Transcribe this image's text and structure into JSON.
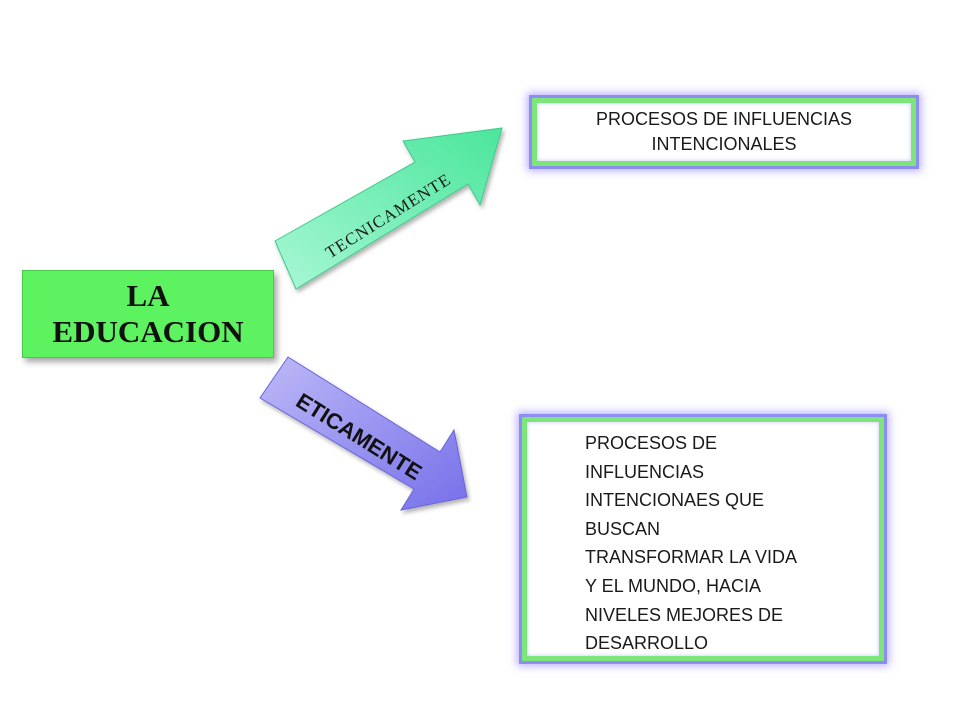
{
  "center": {
    "label": "LA EDUCACION"
  },
  "arrows": {
    "top": {
      "label": "TECNICAMENTE",
      "color": "#6ef0b4"
    },
    "bottom": {
      "label": "ETICAMENTE",
      "color": "#8a84f0"
    }
  },
  "boxes": {
    "top": {
      "text": "PROCESOS  DE INFLUENCIAS\nINTENCIONALES"
    },
    "bottom": {
      "lines": [
        "PROCESOS  DE",
        "INFLUENCIAS",
        "INTENCIONAES  QUE",
        "BUSCAN",
        "TRANSFORMAR LA  VIDA",
        "Y  EL MUNDO,  HACIA",
        "NIVELES  MEJORES  DE",
        "DESARROLLO"
      ]
    }
  },
  "colors": {
    "center_fill": "#5df25f",
    "box_border_green": "#7ce67a",
    "box_glow_purple": "#8d8cf0"
  }
}
